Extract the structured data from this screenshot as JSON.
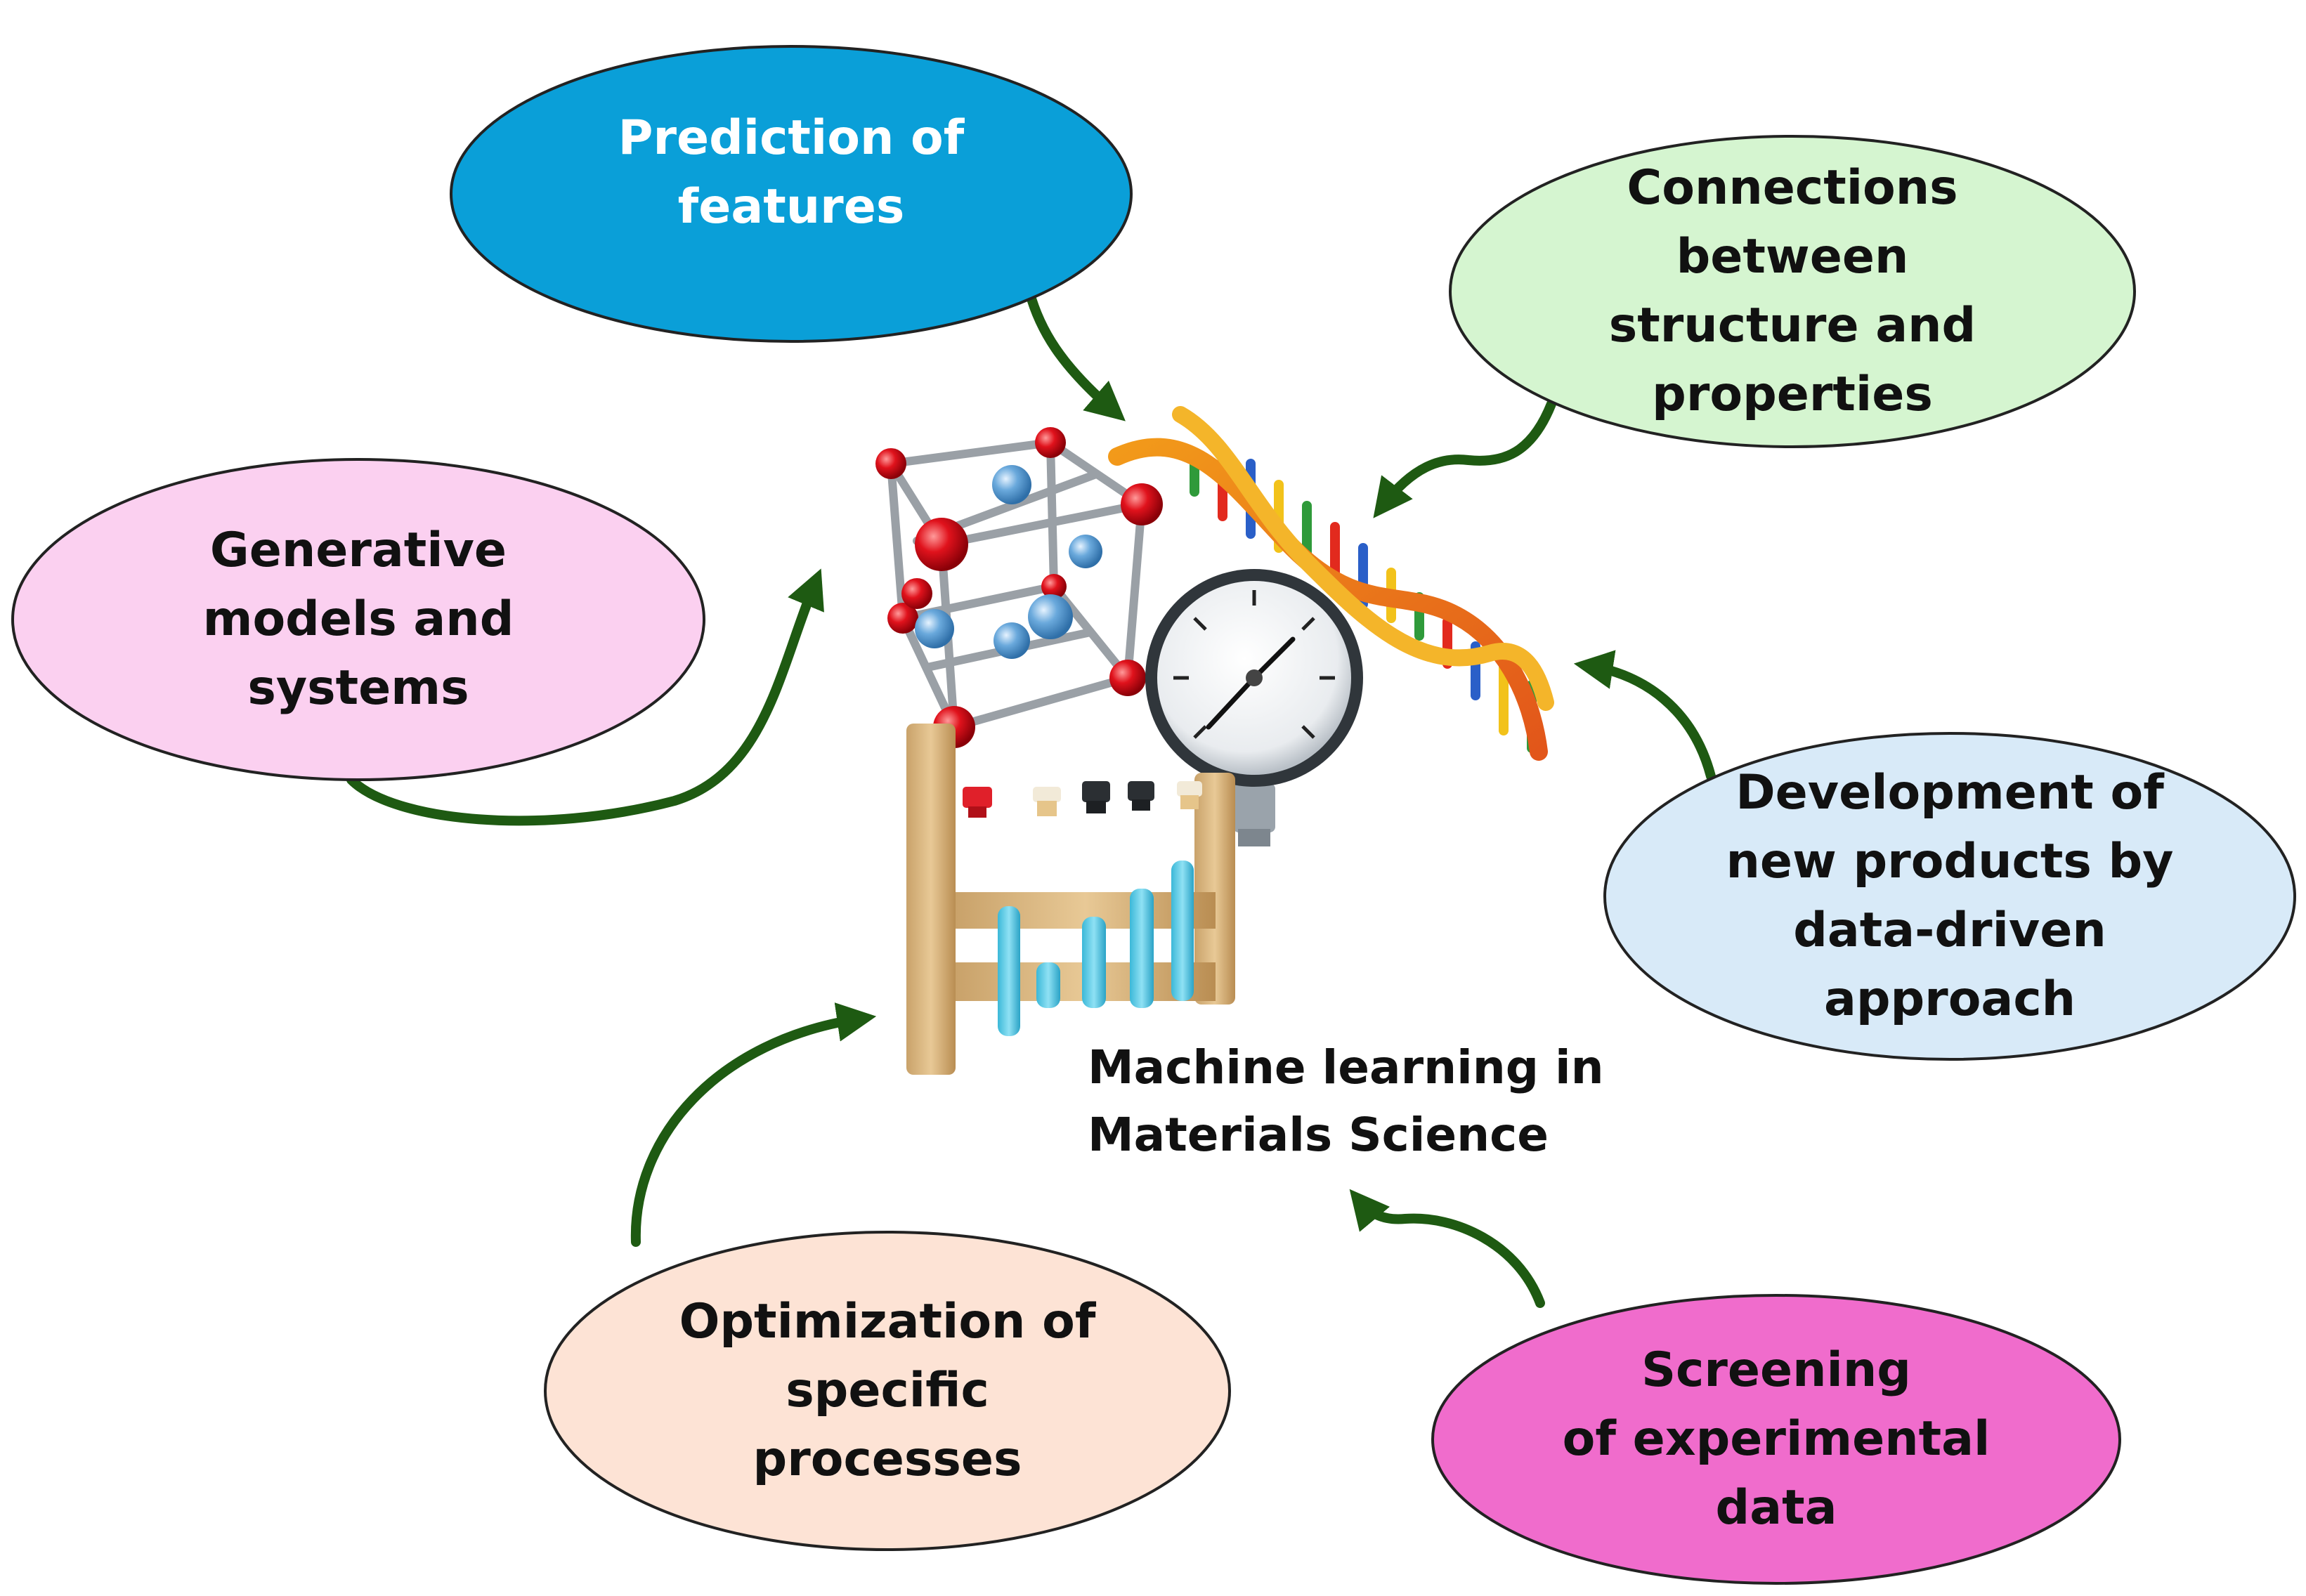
{
  "diagram": {
    "center_title": "Machine learning in\nMaterials Science",
    "nodes": [
      {
        "id": "prediction",
        "label": "Prediction of\nfeatures",
        "fill": "#0a9fd8",
        "text_color": "#ffffff"
      },
      {
        "id": "connections",
        "label": "Connections\nbetween\nstructure and\nproperties",
        "fill": "#d5f5d0",
        "text_color": "#111111"
      },
      {
        "id": "generative",
        "label": "Generative\nmodels and\nsystems",
        "fill": "#fbd0f0",
        "text_color": "#111111"
      },
      {
        "id": "development",
        "label": "Development of\nnew products by\ndata-driven\napproach",
        "fill": "#d8eaf8",
        "text_color": "#111111"
      },
      {
        "id": "optimization",
        "label": "Optimization of\nspecific\nprocesses",
        "fill": "#fde3d5",
        "text_color": "#111111"
      },
      {
        "id": "screening",
        "label": "Screening\nof experimental\ndata",
        "fill": "#f06ccc",
        "text_color": "#111111"
      }
    ],
    "arrow_color": "#1e5a12",
    "illustration_icons": [
      "crystal-lattice-icon",
      "dna-helix-icon",
      "pressure-gauge-icon",
      "test-tube-rack-icon"
    ]
  }
}
